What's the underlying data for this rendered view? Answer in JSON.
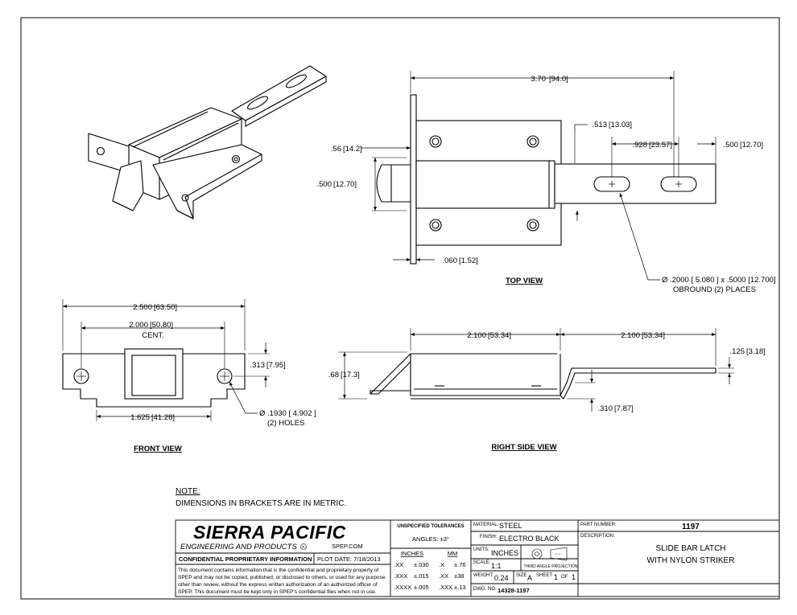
{
  "top_view": {
    "title": "TOP VIEW",
    "dims": {
      "overall": "3.70",
      "overall_mm": "94.0",
      "d56": ".56",
      "d56_mm": "14.2",
      "d500": ".500",
      "d500_mm": "12.70",
      "d513": ".513",
      "d513_mm": "13.03",
      "d928": ".928",
      "d928_mm": "23.57",
      "d500r": ".500",
      "d500r_mm": "12.70",
      "d060": ".060",
      "d060_mm": "1.52"
    },
    "callout_line1": "Ø .2000 [ 5.080 ] x .5000 [12.700]",
    "callout_line2": "OBROUND (2) PLACES"
  },
  "front_view": {
    "title": "FRONT VIEW",
    "dims": {
      "overall": "2.500",
      "overall_mm": "63.50",
      "cent": "2.000",
      "cent_mm": "50.80",
      "cent_label": "CENT.",
      "d313": ".313",
      "d313_mm": "7.95",
      "d1625": "1.625",
      "d1625_mm": "41.28"
    },
    "hole_line1": "Ø .1930 [ 4.902 ]",
    "hole_line2": "(2) HOLES"
  },
  "right_view": {
    "title": "RIGHT SIDE VIEW",
    "dims": {
      "left": "2.100",
      "left_mm": "53.34",
      "right": "2.100",
      "right_mm": "53.34",
      "d125": ".125",
      "d125_mm": "3.18",
      "d68": ".68",
      "d68_mm": "17.3",
      "d310": ".310",
      "d310_mm": "7.87"
    }
  },
  "note": {
    "heading": "NOTE:",
    "text": "DIMENSIONS IN BRACKETS ARE IN METRIC."
  },
  "title_block": {
    "company": "SIERRA PACIFIC",
    "tagline": "ENGINEERING AND PRODUCTS",
    "website": "SPEP.COM",
    "confidential": "CONFIDENTIAL PROPRIETARY INFORMATION",
    "plot_date": "PLOT DATE: 7/18/2013",
    "notice": [
      "This document contains information that is the confidential and proprietary property of",
      "SPEP and may not be copied, published, or disclosed to others, or used for any purpose",
      "other than review, without the express written authorization of an authorized officer of",
      "SPEP. This document must be kept only in SPEP's confidential files when not in use."
    ],
    "tolerances_title": "UNSPECIFIED TOLERANCES",
    "angles": "ANGLES: ±3°",
    "inches_hdr": "INCHES",
    "mm_hdr": "MM",
    "tol": [
      {
        "in_k": ".XX",
        "in_v": "±.030",
        "mm_k": ".X",
        "mm_v": "±.76"
      },
      {
        "in_k": ".XXX",
        "in_v": "±.015",
        "mm_k": ".XX",
        "mm_v": "±38"
      },
      {
        "in_k": ".XXXX",
        "in_v": "±.005",
        "mm_k": ".XXX",
        "mm_v": "±.13"
      }
    ],
    "material_lbl": "MATERIAL:",
    "material": "STEEL",
    "finish_lbl": "FINISH:",
    "finish": "ELECTRO BLACK",
    "units_lbl": "UNITS:",
    "units": "INCHES",
    "projection": "THIRD ANGLE PROJECTION",
    "scale_lbl": "SCALE:",
    "scale": "1:1",
    "weight_lbl": "WEIGHT:",
    "weight": "0.24",
    "size_lbl": "SIZE",
    "size": "A",
    "sheet_lbl": "SHEET",
    "sheet": "1",
    "of_lbl": "OF",
    "of": "1",
    "dwg_lbl": "DWG. NO.",
    "dwg": "14328-1197",
    "part_lbl": "PART NUMBER:",
    "part": "1197",
    "desc_lbl": "DESCRIPTION:",
    "desc1": "SLIDE BAR LATCH",
    "desc2": "WITH NYLON STRIKER"
  }
}
